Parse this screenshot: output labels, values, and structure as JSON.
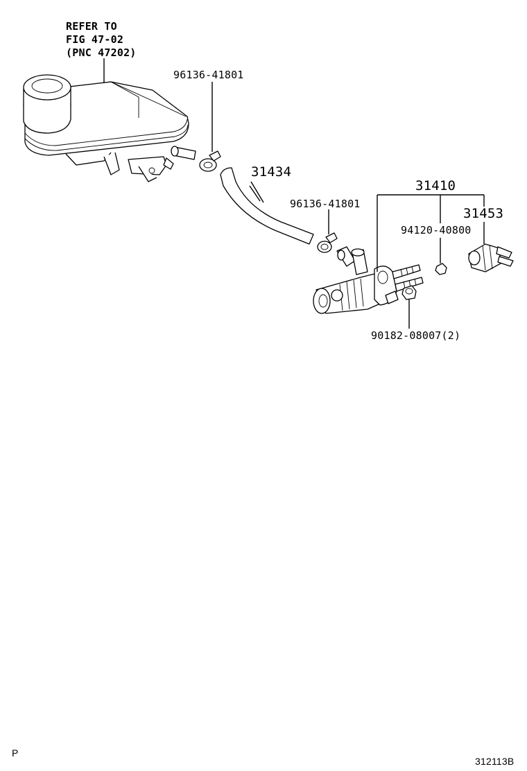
{
  "diagram": {
    "reference_note": [
      "REFER TO",
      "FIG 47-02",
      "(PNC 47202)"
    ],
    "parts": [
      {
        "number": "96136-41801",
        "item": "clip-upper"
      },
      {
        "number": "31434",
        "item": "hose"
      },
      {
        "number": "96136-41801",
        "item": "clip-lower"
      },
      {
        "number": "31410",
        "item": "clutch-master-cylinder-group"
      },
      {
        "number": "31453",
        "item": "pushrod-clevis"
      },
      {
        "number": "94120-40800",
        "item": "nut"
      },
      {
        "number": "90182-08007(2)",
        "item": "nut-pair"
      }
    ],
    "corner_left": "P",
    "figure_code": "312113B"
  }
}
